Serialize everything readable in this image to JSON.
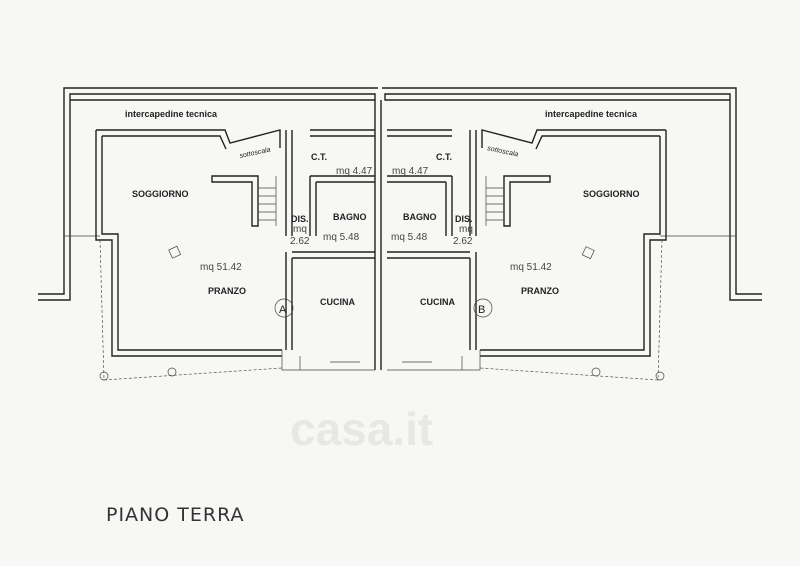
{
  "plan_title": "PIANO TERRA",
  "watermark": "casa.it",
  "unit_a": {
    "marker": "A",
    "intercapedine": "intercapedine tecnica",
    "sottoscala": "sottoscala",
    "soggiorno": "SOGGIORNO",
    "pranzo": "PRANZO",
    "cucina": "CUCINA",
    "soggiorno_area": "mq  51.42",
    "ct": "C.T.",
    "ct_area": "mq  4.47",
    "dis": "DIS.",
    "dis_area_1": "mq",
    "dis_area_2": "2.62",
    "bagno": "BAGNO",
    "bagno_area": "mq  5.48"
  },
  "unit_b": {
    "marker": "B",
    "intercapedine": "intercapedine tecnica",
    "sottoscala": "sottoscala",
    "soggiorno": "SOGGIORNO",
    "pranzo": "PRANZO",
    "cucina": "CUCINA",
    "soggiorno_area": "mq  51.42",
    "ct": "C.T.",
    "ct_area": "mq  4.47",
    "dis": "DIS.",
    "dis_area_1": "mq",
    "dis_area_2": "2.62",
    "bagno": "BAGNO",
    "bagno_area": "mq  5.48"
  }
}
